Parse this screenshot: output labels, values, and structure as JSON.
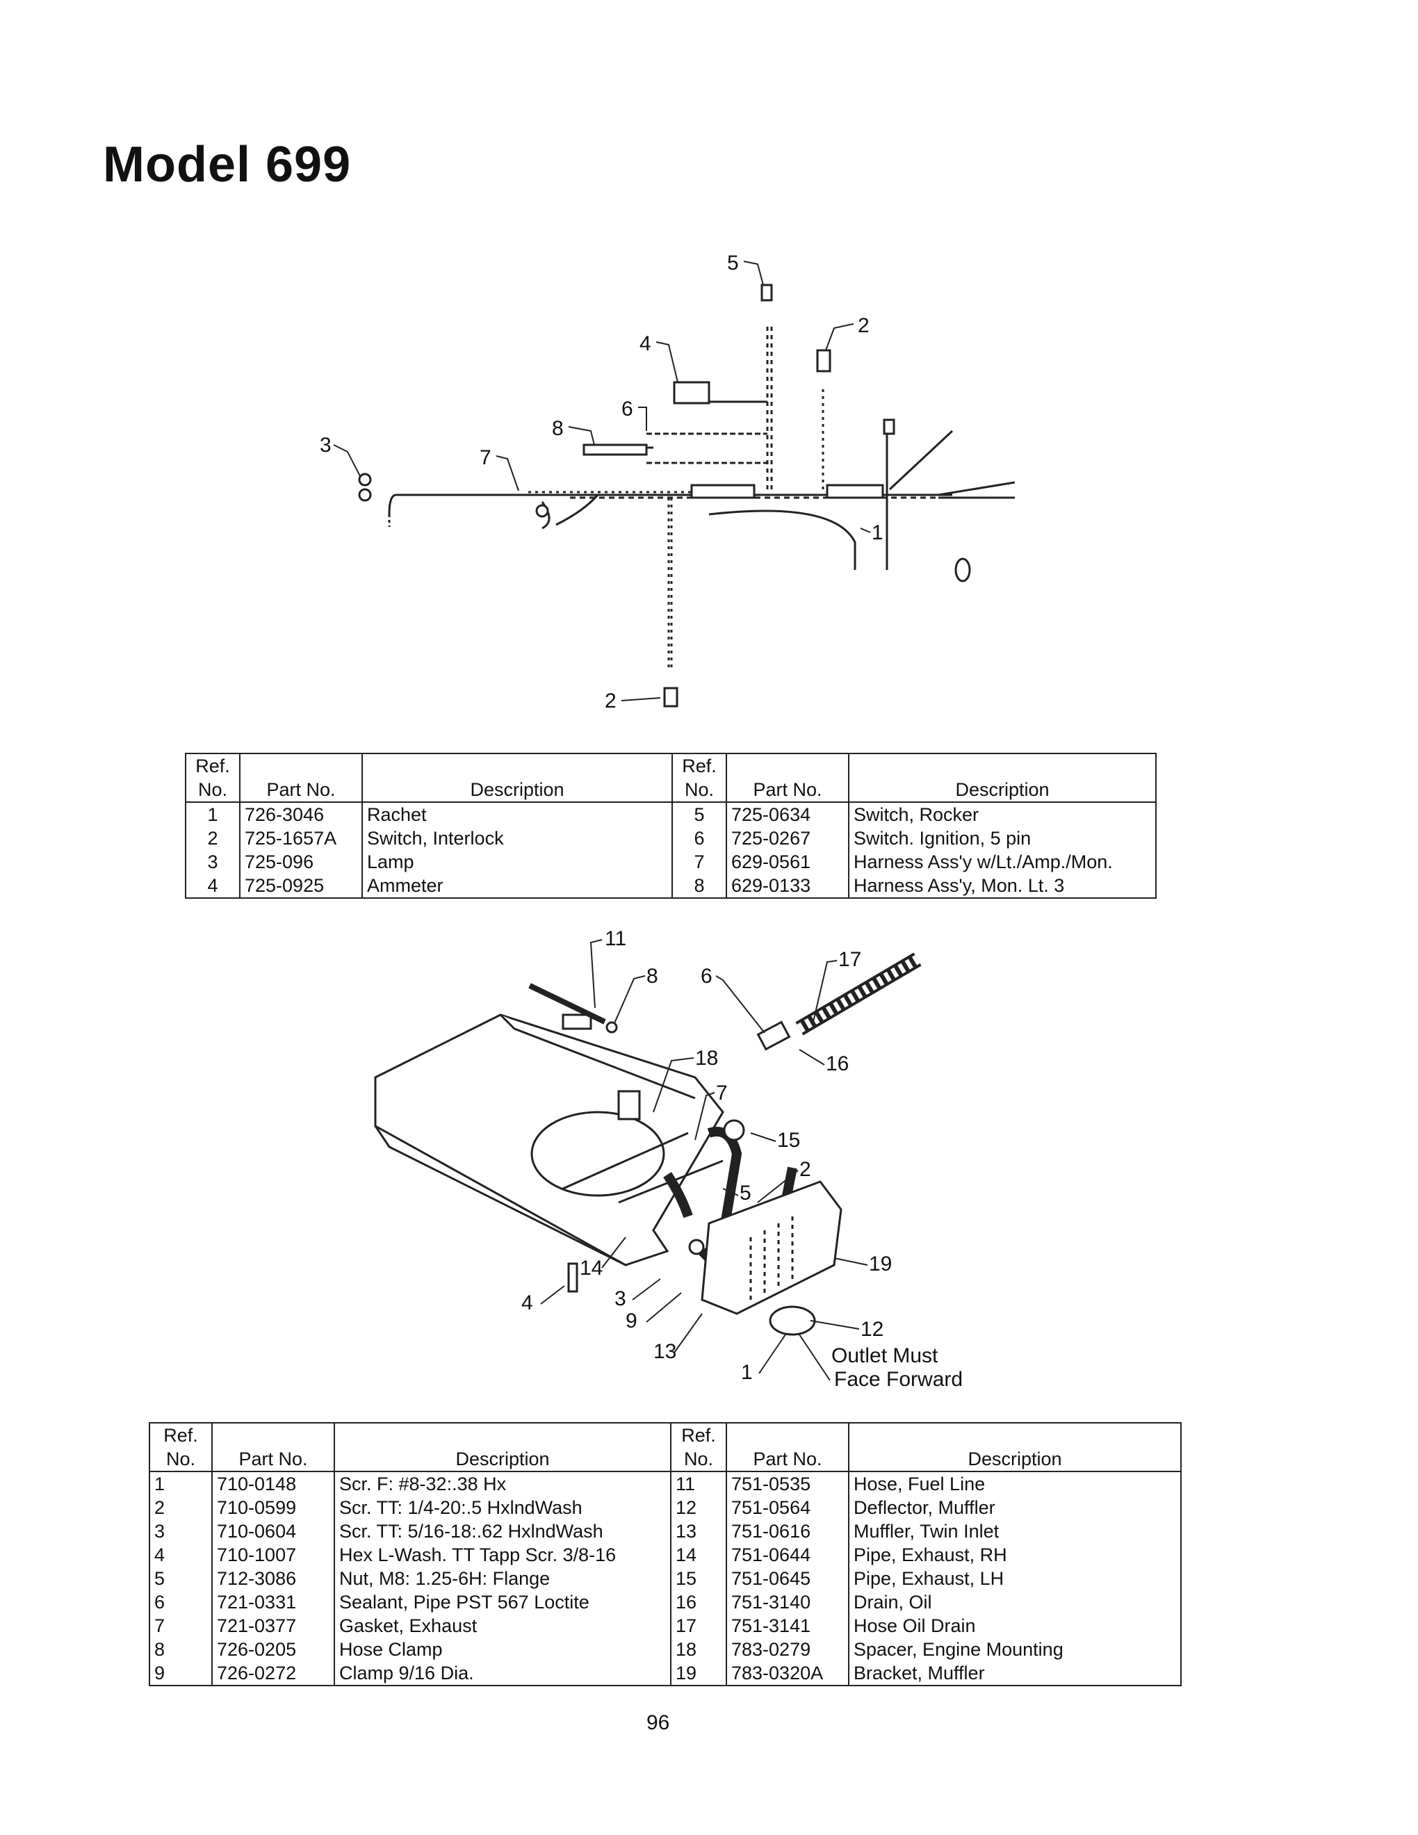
{
  "page": {
    "title": "Model 699",
    "page_number": "96"
  },
  "wiring_diagram": {
    "callouts": [
      "5",
      "4",
      "2",
      "6",
      "8",
      "3",
      "7",
      "1",
      "2"
    ]
  },
  "table1": {
    "headers": {
      "ref_line1": "Ref.",
      "ref_line2": "No.",
      "part_no": "Part No.",
      "description": "Description"
    },
    "left_rows": [
      {
        "ref": "1",
        "part": "726-3046",
        "desc": "Rachet"
      },
      {
        "ref": "2",
        "part": "725-1657A",
        "desc": "Switch, Interlock"
      },
      {
        "ref": "3",
        "part": "725-096",
        "desc": "Lamp"
      },
      {
        "ref": "4",
        "part": "725-0925",
        "desc": "Ammeter"
      }
    ],
    "right_rows": [
      {
        "ref": "5",
        "part": "725-0634",
        "desc": "Switch, Rocker"
      },
      {
        "ref": "6",
        "part": "725-0267",
        "desc": "Switch. Ignition, 5 pin"
      },
      {
        "ref": "7",
        "part": "629-0561",
        "desc": "Harness Ass'y w/Lt./Amp./Mon."
      },
      {
        "ref": "8",
        "part": "629-0133",
        "desc": "Harness Ass'y, Mon. Lt. 3"
      }
    ]
  },
  "frame_diagram": {
    "callouts": [
      "11",
      "8",
      "6",
      "17",
      "16",
      "18",
      "7",
      "15",
      "2",
      "5",
      "19",
      "14",
      "3",
      "4",
      "9",
      "12",
      "13",
      "1"
    ],
    "note_line1": "Outlet Must",
    "note_line2": "Face Forward"
  },
  "table2": {
    "headers": {
      "ref_line1": "Ref.",
      "ref_line2": "No.",
      "part_no": "Part No.",
      "description": "Description"
    },
    "left_rows": [
      {
        "ref": "1",
        "part": "710-0148",
        "desc": "Scr. F: #8-32:.38 Hx"
      },
      {
        "ref": "2",
        "part": "710-0599",
        "desc": "Scr. TT: 1/4-20:.5 HxlndWash"
      },
      {
        "ref": "3",
        "part": "710-0604",
        "desc": "Scr. TT: 5/16-18:.62 HxlndWash"
      },
      {
        "ref": "4",
        "part": "710-1007",
        "desc": "Hex L-Wash. TT Tapp Scr. 3/8-16"
      },
      {
        "ref": "5",
        "part": "712-3086",
        "desc": "Nut, M8: 1.25-6H: Flange"
      },
      {
        "ref": "6",
        "part": "721-0331",
        "desc": "Sealant, Pipe PST 567 Loctite"
      },
      {
        "ref": "7",
        "part": "721-0377",
        "desc": "Gasket, Exhaust"
      },
      {
        "ref": "8",
        "part": "726-0205",
        "desc": "Hose Clamp"
      },
      {
        "ref": "9",
        "part": "726-0272",
        "desc": "Clamp 9/16 Dia."
      }
    ],
    "right_rows": [
      {
        "ref": "11",
        "part": "751-0535",
        "desc": "Hose, Fuel Line"
      },
      {
        "ref": "12",
        "part": "751-0564",
        "desc": "Deflector, Muffler"
      },
      {
        "ref": "13",
        "part": "751-0616",
        "desc": "Muffler, Twin Inlet"
      },
      {
        "ref": "14",
        "part": "751-0644",
        "desc": "Pipe, Exhaust, RH"
      },
      {
        "ref": "15",
        "part": "751-0645",
        "desc": "Pipe, Exhaust, LH"
      },
      {
        "ref": "16",
        "part": "751-3140",
        "desc": "Drain, Oil"
      },
      {
        "ref": "17",
        "part": "751-3141",
        "desc": "Hose Oil Drain"
      },
      {
        "ref": "18",
        "part": "783-0279",
        "desc": "Spacer, Engine Mounting"
      },
      {
        "ref": "19",
        "part": "783-0320A",
        "desc": "Bracket, Muffler"
      }
    ]
  }
}
